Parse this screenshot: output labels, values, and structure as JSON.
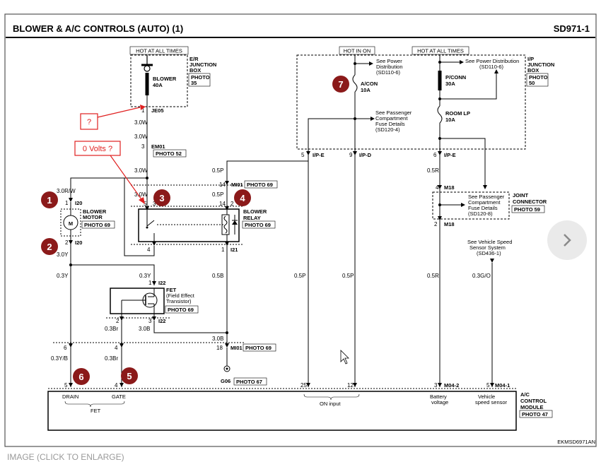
{
  "header": {
    "title": "BLOWER & A/C CONTROLS (AUTO) (1)",
    "code": "SD971-1"
  },
  "footer": {
    "code": "EKMSD6971AN",
    "caption": "IMAGE (CLICK TO ENLARGE)"
  },
  "hot_labels": {
    "hot_all_1": "HOT AT ALL TIMES",
    "hot_in_on": "HOT IN ON",
    "hot_all_2": "HOT AT ALL TIMES"
  },
  "er_box": {
    "l1": "E/R",
    "l2": "JUNCTION",
    "l3": "BOX",
    "photo_l1": "PHOTO",
    "photo_l2": "35"
  },
  "blower_fuse": {
    "name": "BLOWER",
    "rating": "40A"
  },
  "ip_box": {
    "l1": "I/P",
    "l2": "JUNCTION",
    "l3": "BOX",
    "photo_l1": "PHOTO",
    "photo_l2": "50"
  },
  "acon_fuse": {
    "name": "A/CON",
    "rating": "10A"
  },
  "pconn_fuse": {
    "name": "P/CONN",
    "rating": "30A"
  },
  "roomlp_fuse": {
    "name": "ROOM LP",
    "rating": "10A"
  },
  "refs": {
    "power_dist_1": {
      "l1": "See Power",
      "l2": "Distribution",
      "l3": "(SD110-6)"
    },
    "power_dist_2": {
      "l1": "See Power Distribution",
      "l2": "(SD110-6)"
    },
    "pass_fuse": {
      "l1": "See Passenger",
      "l2": "Compartment",
      "l3": "Fuse Details",
      "l4": "(SD120-4)"
    },
    "joint_fuse": {
      "l1": "See Passenger",
      "l2": "Compartment",
      "l3": "Fuse Details",
      "l4": "(SD120-8)"
    },
    "vss": {
      "l1": "See Vehicle Speed",
      "l2": "Sensor System",
      "l3": "(SD436-1)"
    }
  },
  "connectors": {
    "je05": "JE05",
    "em01": "EM01",
    "photo52": "PHOTO 52",
    "mi01_top": "MI01",
    "photo69_mi01": "PHOTO 69",
    "i20_top": "I20",
    "i20_bot": "I20",
    "i21": "I21",
    "i22_top": "I22",
    "i22_bot": "I22",
    "mi01_bot": "MI01",
    "photo69_mi01b": "PHOTO 69",
    "g06": "G06",
    "photo67": "PHOTO 67",
    "ip_e_1": "I/P-E",
    "ip_d": "I/P-D",
    "ip_e_2": "I/P-E",
    "m18_top": "M18",
    "m18_bot": "M18",
    "m04_2": "M04-2",
    "m04_1": "M04-1"
  },
  "pins": {
    "je05": "1",
    "em01": "3",
    "mi01a": "14",
    "r5": "5",
    "r3": "3",
    "r2": "2",
    "r4": "4",
    "r1": "1",
    "m1": "1",
    "m2": "2",
    "f1": "1",
    "f2": "2",
    "f3": "3",
    "mi6": "6",
    "mi4": "4",
    "mi18": "18",
    "ipe5": "5",
    "ipd9": "9",
    "ipe6": "6",
    "m18_4": "4",
    "m18_2": "2",
    "c5": "5",
    "c4": "4",
    "c25": "25",
    "c12": "12",
    "c3": "3",
    "c5b": "5"
  },
  "wires": {
    "w1": "3.0W",
    "w2": "3.0W",
    "w3": "3.0W",
    "w4": "3.0W",
    "w_mot": "3.0R/W",
    "w_mot2": "3.0Y",
    "gp1": "0.5P",
    "gp2": "0.5P",
    "gb1": "0.5B",
    "gb2": "3.0B",
    "gb3": "3.0B",
    "y1": "0.3Y",
    "y2": "0.3Y",
    "y3": "0.3Y/B",
    "br1": "0.3Br",
    "br2": "0.3Br",
    "p_a": "0.5P",
    "p_b": "0.5P",
    "r_a": "0.5R",
    "r_b": "0.5R",
    "go": "0.3G/O"
  },
  "components": {
    "blower_motor": {
      "l1": "BLOWER",
      "l2": "MOTOR",
      "photo": "PHOTO 69",
      "symbol": "M"
    },
    "blower_relay": {
      "l1": "BLOWER",
      "l2": "RELAY",
      "photo": "PHOTO 69"
    },
    "fet": {
      "l1": "FET",
      "l2": "(Field Effect",
      "l3": "Transistor)",
      "photo": "PHOTO 69"
    },
    "joint_connector": {
      "l1": "JOINT",
      "l2": "CONNECTOR",
      "photo": "PHOTO 59"
    },
    "ac_module": {
      "l1": "A/C",
      "l2": "CONTROL",
      "l3": "MODULE",
      "photo": "PHOTO 47"
    }
  },
  "module_labels": {
    "drain": "DRAIN",
    "gate": "GATE",
    "fet": "FET",
    "on_input": "ON input",
    "batt_l1": "Battery",
    "batt_l2": "voltage",
    "vss_l1": "Vehicle",
    "vss_l2": "speed sensor"
  },
  "annotations": {
    "q1": "?",
    "q2": "0 Volts ?"
  },
  "markers": [
    "1",
    "2",
    "3",
    "4",
    "5",
    "6",
    "7"
  ],
  "colors": {
    "annotation": "#e02020",
    "marker": "#8b1a1a"
  }
}
